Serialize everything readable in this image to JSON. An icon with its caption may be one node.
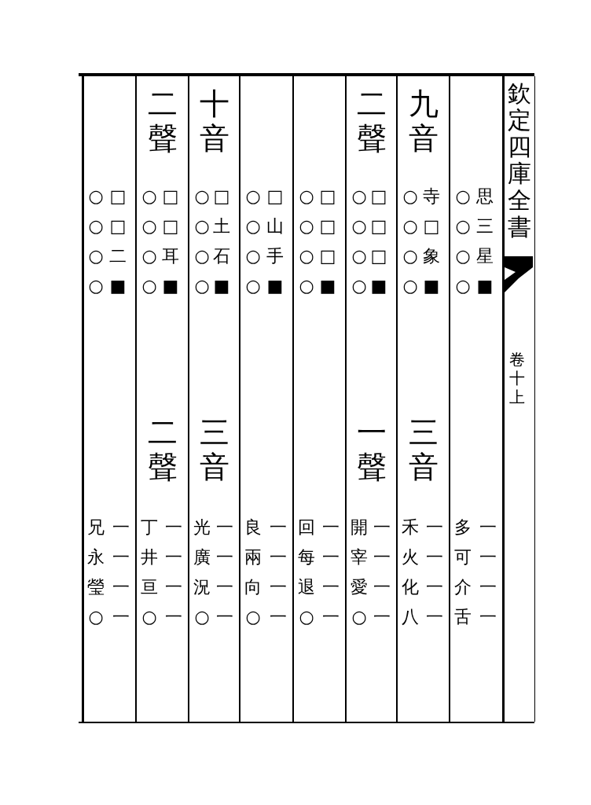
{
  "diagram": {
    "labels": [
      "欽定四庫全書",
      "卷十上",
      "思三星■",
      "○○○○",
      "一一一一",
      "多可介舌",
      "九音",
      "寺□象■",
      "○○○○",
      "三音",
      "一一一一",
      "禾火化八",
      "二聲",
      "□□□■",
      "○○○○",
      "一聲",
      "一一一一",
      "開宰愛○",
      "□□□■",
      "○○○○",
      "一一一一",
      "回每退○",
      "□山手■",
      "○○○○",
      "一一一一",
      "良兩向○",
      "十音",
      "□土石■",
      "○○○○",
      "三音",
      "一一一一",
      "光廣況○",
      "二聲",
      "□□耳■",
      "○○○○",
      "二聲",
      "一一一一",
      "丁井亘○",
      "□□二■",
      "○○○○",
      "一一一一",
      "兄永瑩○"
    ]
  }
}
